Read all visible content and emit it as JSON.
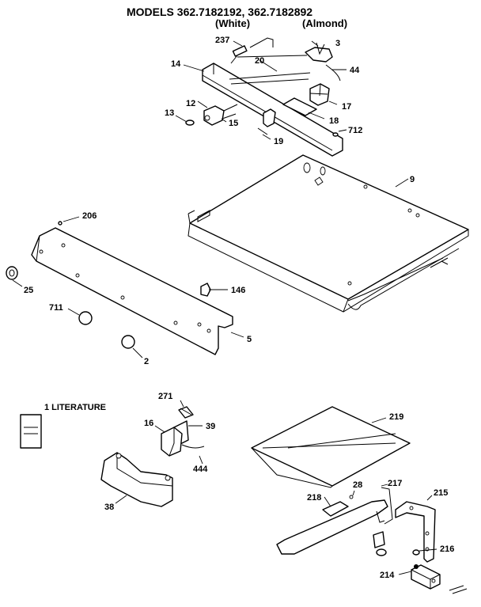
{
  "header": {
    "line1": "MODELS 362.7182192, 362.7182892",
    "white": "(White)",
    "almond": "(Almond)"
  },
  "parts": {
    "p237": "237",
    "p3": "3",
    "p14": "14",
    "p20": "20",
    "p44": "44",
    "p12": "12",
    "p17": "17",
    "p13": "13",
    "p15": "15",
    "p18": "18",
    "p712": "712",
    "p19": "19",
    "p9": "9",
    "p206": "206",
    "p25": "25",
    "p146": "146",
    "p711": "711",
    "p5": "5",
    "p2": "2",
    "literature": "1 LITERATURE",
    "p271": "271",
    "p16": "16",
    "p39": "39",
    "p444": "444",
    "p38": "38",
    "p219": "219",
    "p218": "218",
    "p28": "28",
    "p217": "217",
    "p215": "215",
    "p216": "216",
    "p214": "214"
  }
}
